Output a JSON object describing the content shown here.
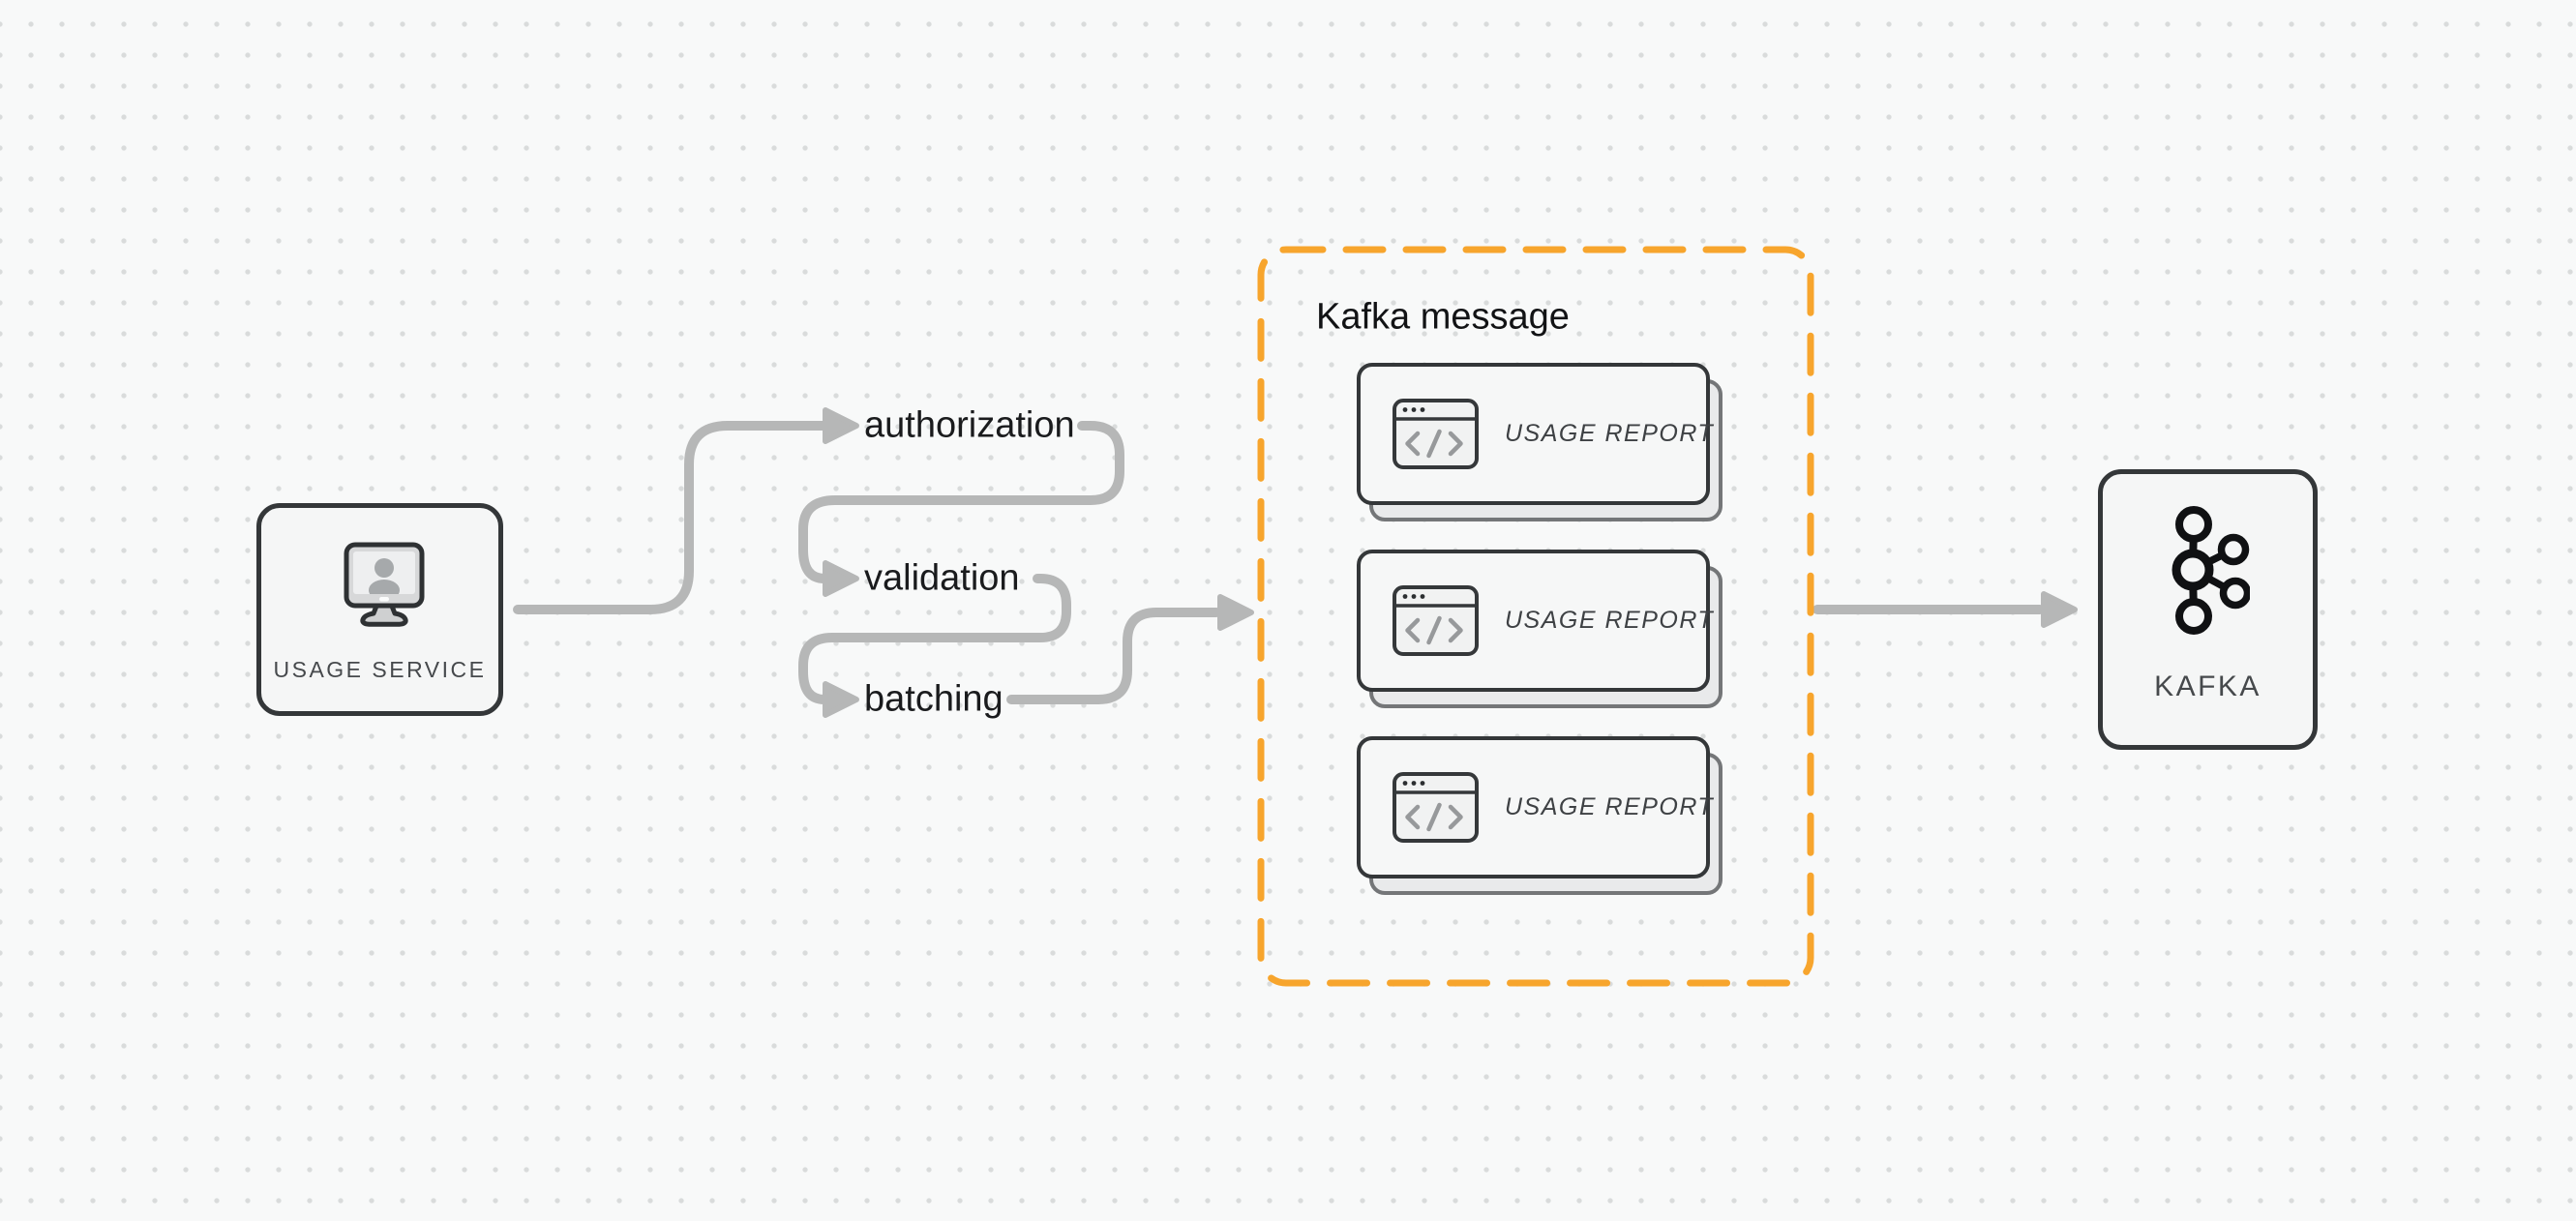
{
  "diagram": {
    "source_node": {
      "label": "USAGE SERVICE",
      "icon": "monitor-user-icon"
    },
    "pipeline_steps": [
      {
        "label": "authorization"
      },
      {
        "label": "validation"
      },
      {
        "label": "batching"
      }
    ],
    "message_group": {
      "title": "Kafka message",
      "cards": [
        {
          "label": "USAGE REPORT",
          "icon": "code-window-icon"
        },
        {
          "label": "USAGE REPORT",
          "icon": "code-window-icon"
        },
        {
          "label": "USAGE REPORT",
          "icon": "code-window-icon"
        }
      ]
    },
    "sink_node": {
      "label": "KAFKA",
      "icon": "kafka-logo-icon"
    },
    "colors": {
      "background": "#f8f9f9",
      "dot_grid": "#d9dbdb",
      "node_border": "#343739",
      "node_fill": "#f5f6f6",
      "arrow_gray": "#b6b7b7",
      "group_dashed_orange": "#f7a52d",
      "flow_label_text": "#1a1b1d",
      "node_label_text": "#46494c"
    }
  }
}
